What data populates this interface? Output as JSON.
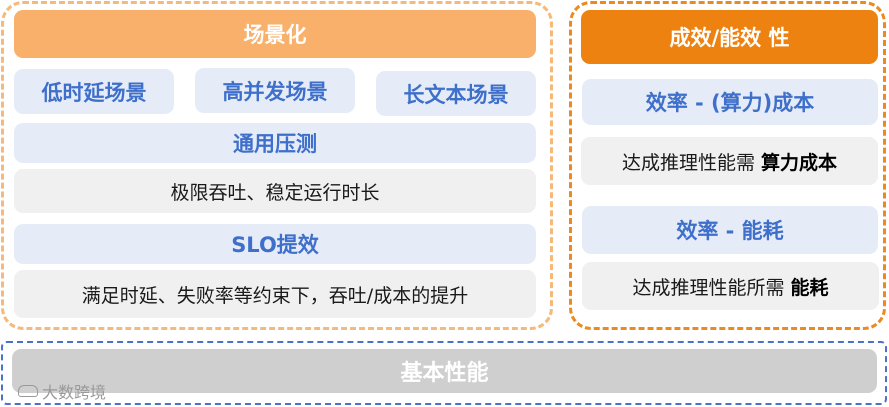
{
  "left_panel": {
    "header": "场景化",
    "scenarios": [
      "低时延场景",
      "高并发场景",
      "长文本场景"
    ],
    "general_stress": {
      "title": "通用压测",
      "desc": "极限吞吐、稳定运行时长"
    },
    "slo": {
      "title": "SLO提效",
      "desc": "满足时延、失败率等约束下，吞吐/成本的提升"
    }
  },
  "right_panel": {
    "header": "成效/能效 性",
    "cost": {
      "title": "效率 - (算力)成本",
      "desc_prefix": "达成推理性能需",
      "desc_bold": "算力成本"
    },
    "energy": {
      "title": "效率 - 能耗",
      "desc_prefix": "达成推理性能所需",
      "desc_bold": "能耗"
    }
  },
  "bottom": {
    "label": "基本性能"
  },
  "watermark": {
    "text": "大数跨境"
  },
  "colors": {
    "left_header": "#f8b06a",
    "right_header": "#ee8210",
    "blue_text": "#3e6fcb",
    "blue_bg": "#e6ecf7",
    "grey_bg": "#f0f0f1",
    "base_bg": "#d0cfcf",
    "left_border": "#f5b97a",
    "right_border": "#ec8a1f",
    "bottom_border": "#4a72c8"
  }
}
